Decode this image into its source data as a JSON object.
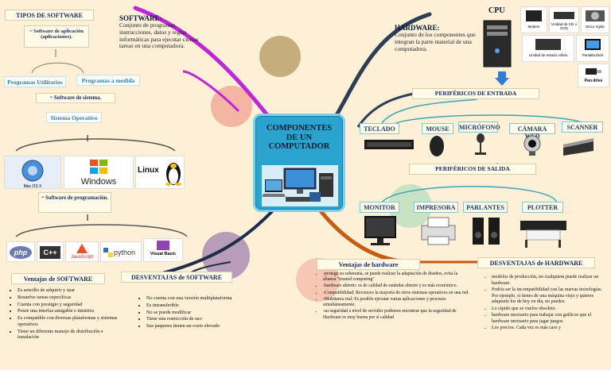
{
  "center": {
    "title": "COMPONENTES DE UN COMPUTADOR"
  },
  "software": {
    "tipos_title": "TIPOS DE SOFTWARE",
    "heading": "SOFTWARE:",
    "definition": "Conjunto de programas, instrucciones, datos y reglas informáticas para ejecutar ciertas tareas en una computadora.",
    "aplicacion": "~ Software de aplicación (aplicaciones).",
    "utilitarios": "Programas Utilitarios",
    "medida": "Programas a medida",
    "sistema": "~ Software de sistema.",
    "so": "Sistema Operativo",
    "programacion": "~ Software de programación.",
    "os_logos": [
      "Mac OS X",
      "Windows",
      "Linux"
    ],
    "lang_logos": [
      "php",
      "C++",
      "JavaScript",
      "python",
      "Visual Basic"
    ]
  },
  "hardware": {
    "heading": "HARDWARE:",
    "definition": "Conjunto de los componentes que integran la parte material de una computadora.",
    "cpu": "CPU",
    "parts": [
      "Modem",
      "Unidad de CD o DVD",
      "Disco rígido",
      "Unidad de estado sólido",
      "Pantalla táctil",
      "Pen drive"
    ],
    "entrada_title": "PERIFÉRICOS DE ENTRADA",
    "entrada": [
      "TECLADO",
      "MOUSE",
      "MICRÓFONO",
      "CÁMARA WED",
      "SCANNER"
    ],
    "salida_title": "PERIFÉRICOS DE SALIDA",
    "salida": [
      "MONITOR",
      "IMPRESORA",
      "PARLANTES",
      "PLOTTER"
    ]
  },
  "ventajas_sw": {
    "title": "Ventajas de SOFTWARE",
    "items": [
      "Es sencillo de adquirir y usar",
      "Resuelve tareas específicas",
      "Cuenta con prestigio y seguridad",
      "Posee una interfaz amigable e intuitiva",
      "Es compatible con diversas plataformas y sistemas operativos",
      "Tiene un diferente manejo de distribución e instalación"
    ]
  },
  "desventajas_sw": {
    "title": "DESVENTAJAS de SOFTWARE",
    "items": [
      "No cuenta con una versión multiplataforma",
      "Es intransferible",
      "No se puede modificar",
      "Tiene una restricción de uso",
      "Sus paquetes tienen un costo elevado"
    ]
  },
  "ventajas_hw": {
    "title": "Ventajas de hardware",
    "items": [
      "-protege su soberanía, se puede realizar la adaptación de diseños, evita la alianza \"trusted computing\"",
      "-hardware abierto: es de calidad de estándar abierto y es más económico.",
      "-Compatibilidad: Reconoce la mayoría de otros sistemas operativos en una red.",
      "-Multitarea real: Es posible ejecutar varias aplicaciones y procesos simultáneamente.",
      "-su seguridad a nivel de servidor podemos encontrar que la seguridad de Hardware es muy buena por sí calidad"
    ]
  },
  "desventajas_hw": {
    "title": "DESVENTAJAS de HARDWARE",
    "items": [
      "modelos de producción, no cualquiera puede realizar un hardware.",
      "Podría ser la incompatibilidad con las nuevas tecnologías. Por ejemplo, si tienes de una máquina viejo y quieres adaptarle los de hoy en día, no puedes.",
      "Lo rápido que se vuelve obsoleto.",
      "hardware necesario para trabajar con gráficos que el hardware necesario para jugar juegos.",
      "Los precios. Cada vez es más caro y"
    ]
  },
  "colors": {
    "background": "#fdf0d6",
    "center_blue": "#2aa4cf",
    "software_branch": "#c026d3",
    "hardware_branch": "#2d3f57",
    "lower_branch": "#c85a12"
  }
}
